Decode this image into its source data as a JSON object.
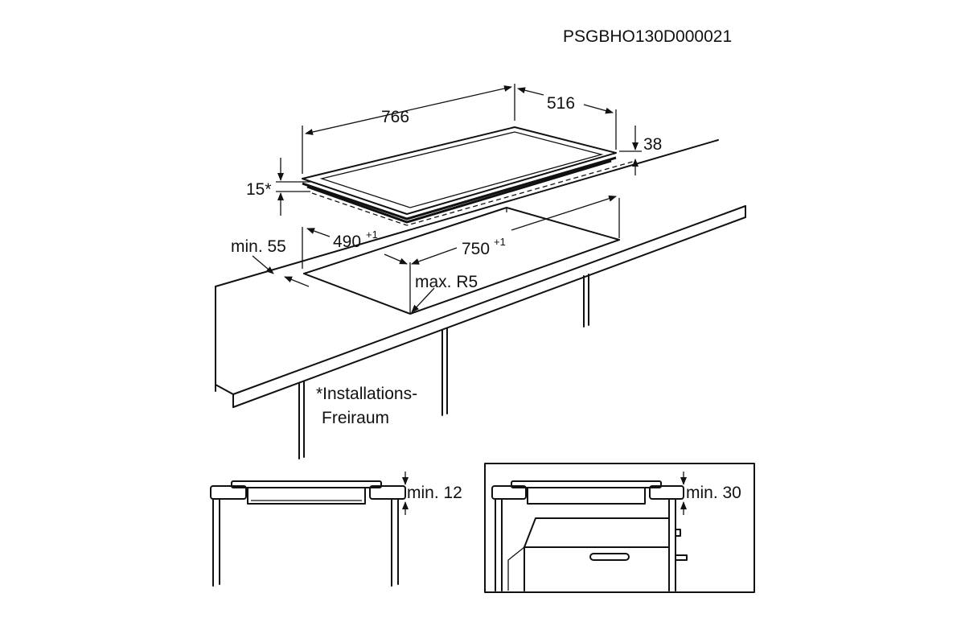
{
  "drawing_code": "PSGBHO130D000021",
  "dimensions": {
    "hob_width": "766",
    "hob_depth": "516",
    "hob_height": "38",
    "clearance_marked": "15*",
    "min_edge_distance": "min. 55",
    "cutout_depth": "490",
    "cutout_depth_tol": "+1",
    "cutout_width": "750",
    "cutout_width_tol": "+1",
    "corner_radius": "max. R5"
  },
  "note": {
    "line1": "*Installations-",
    "line2": "Freiraum"
  },
  "detail_left": {
    "min_label": "min. 12"
  },
  "detail_right": {
    "min_label": "min. 30"
  }
}
